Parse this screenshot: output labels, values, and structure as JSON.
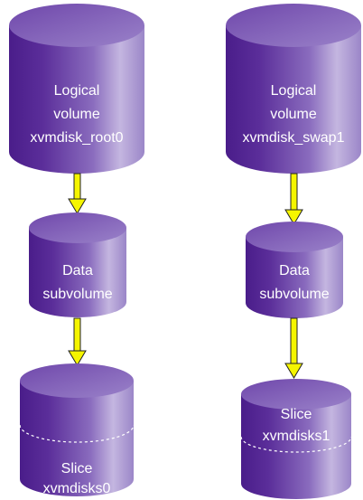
{
  "colors": {
    "cylinder_dark": "#4a1d8a",
    "cylinder_mid": "#7a55b2",
    "cylinder_light": "#b8a8d8",
    "cylinder_top": "#8a6fc0",
    "arrow_fill": "#f5f500",
    "arrow_stroke": "#222222",
    "text": "#ffffff",
    "dashed_line": "#ffffff"
  },
  "left_stack": {
    "logical_volume": {
      "line1": "Logical",
      "line2": "volume",
      "line3": "xvmdisk_root0"
    },
    "data_subvolume": {
      "line1": "Data",
      "line2": "subvolume"
    },
    "slice": {
      "line1": "Slice",
      "line2": "xvmdisks0"
    }
  },
  "right_stack": {
    "logical_volume": {
      "line1": "Logical",
      "line2": "volume",
      "line3": "xvmdisk_swap1"
    },
    "data_subvolume": {
      "line1": "Data",
      "line2": "subvolume"
    },
    "slice": {
      "line1": "Slice",
      "line2": "xvmdisks1"
    }
  }
}
